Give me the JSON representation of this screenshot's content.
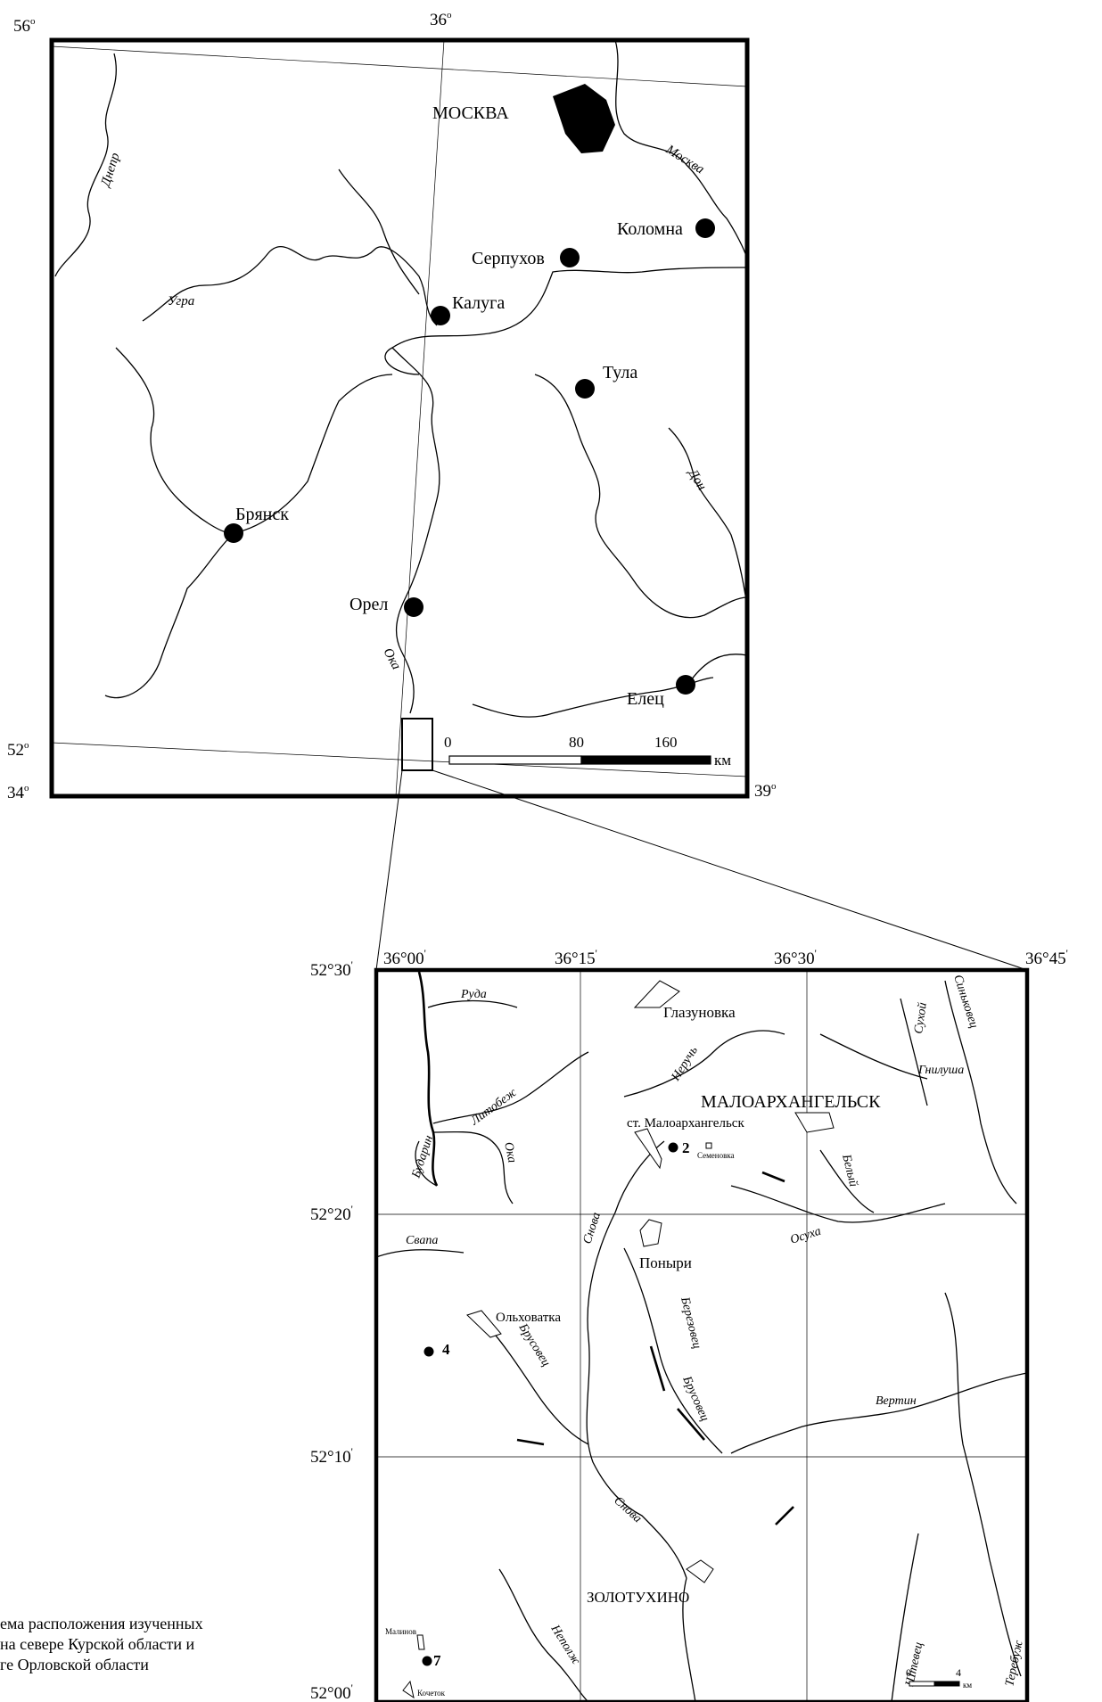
{
  "upper_map": {
    "coords": {
      "lat_top": "56",
      "lat_bottom": "52",
      "lon_left": "34",
      "lon_mid": "36",
      "lon_right": "39",
      "deg_mark": "о"
    },
    "capital": "МОСКВА",
    "cities": [
      "Коломна",
      "Серпухов",
      "Калуга",
      "Тула",
      "Брянск",
      "Орел",
      "Елец"
    ],
    "rivers": [
      "Днепр",
      "Москва",
      "Угра",
      "Дон",
      "Ока"
    ],
    "scale": {
      "ticks": [
        "0",
        "80",
        "160"
      ],
      "unit": "км"
    }
  },
  "lower_map": {
    "coords": {
      "lat_top": "52°30",
      "lat_mid1": "52°20",
      "lat_mid2": "52°10",
      "lat_bottom": "52°00",
      "lon_1": "36°00",
      "lon_2": "36°15",
      "lon_3": "36°30",
      "lon_4": "36°45",
      "prime": "'"
    },
    "district_center": "МАЛОАРХАНГЕЛЬСК",
    "settlements": {
      "glazunovka": "Глазуновка",
      "station": "ст. Малоархангельск",
      "semenovka": "Семеновка",
      "ponyri": "Поныри",
      "olkhovatka": "Ольховатка",
      "zolotukhino": "ЗОЛОТУХИНО",
      "malinov": "Малинов",
      "kochetok": "Кочеток"
    },
    "rivers": {
      "ruda": "Руда",
      "neruch": "Неручь",
      "sukhoy": "Сухой",
      "sinkovets": "Синьковец",
      "gnilusha": "Гнилуша",
      "litobezh": "Литобеж",
      "budarin": "Бударин",
      "oka": "Ока",
      "belyi": "Белый",
      "osukha": "Осуха",
      "svapa": "Свапа",
      "snova": "Снова",
      "berezovets": "Березовец",
      "brusovets": "Брусовец",
      "vertin": "Вертин",
      "nepolzh": "Неполж",
      "shtevets": "Штевец",
      "terebuzh": "Теребуж"
    },
    "sites": [
      "2",
      "4",
      "7"
    ],
    "scale": {
      "ticks": [
        "0",
        "4"
      ],
      "unit": "км"
    }
  },
  "caption": {
    "lines": [
      "ема расположения изученных",
      "на севере Курской области и",
      "ге Орловской области"
    ]
  }
}
